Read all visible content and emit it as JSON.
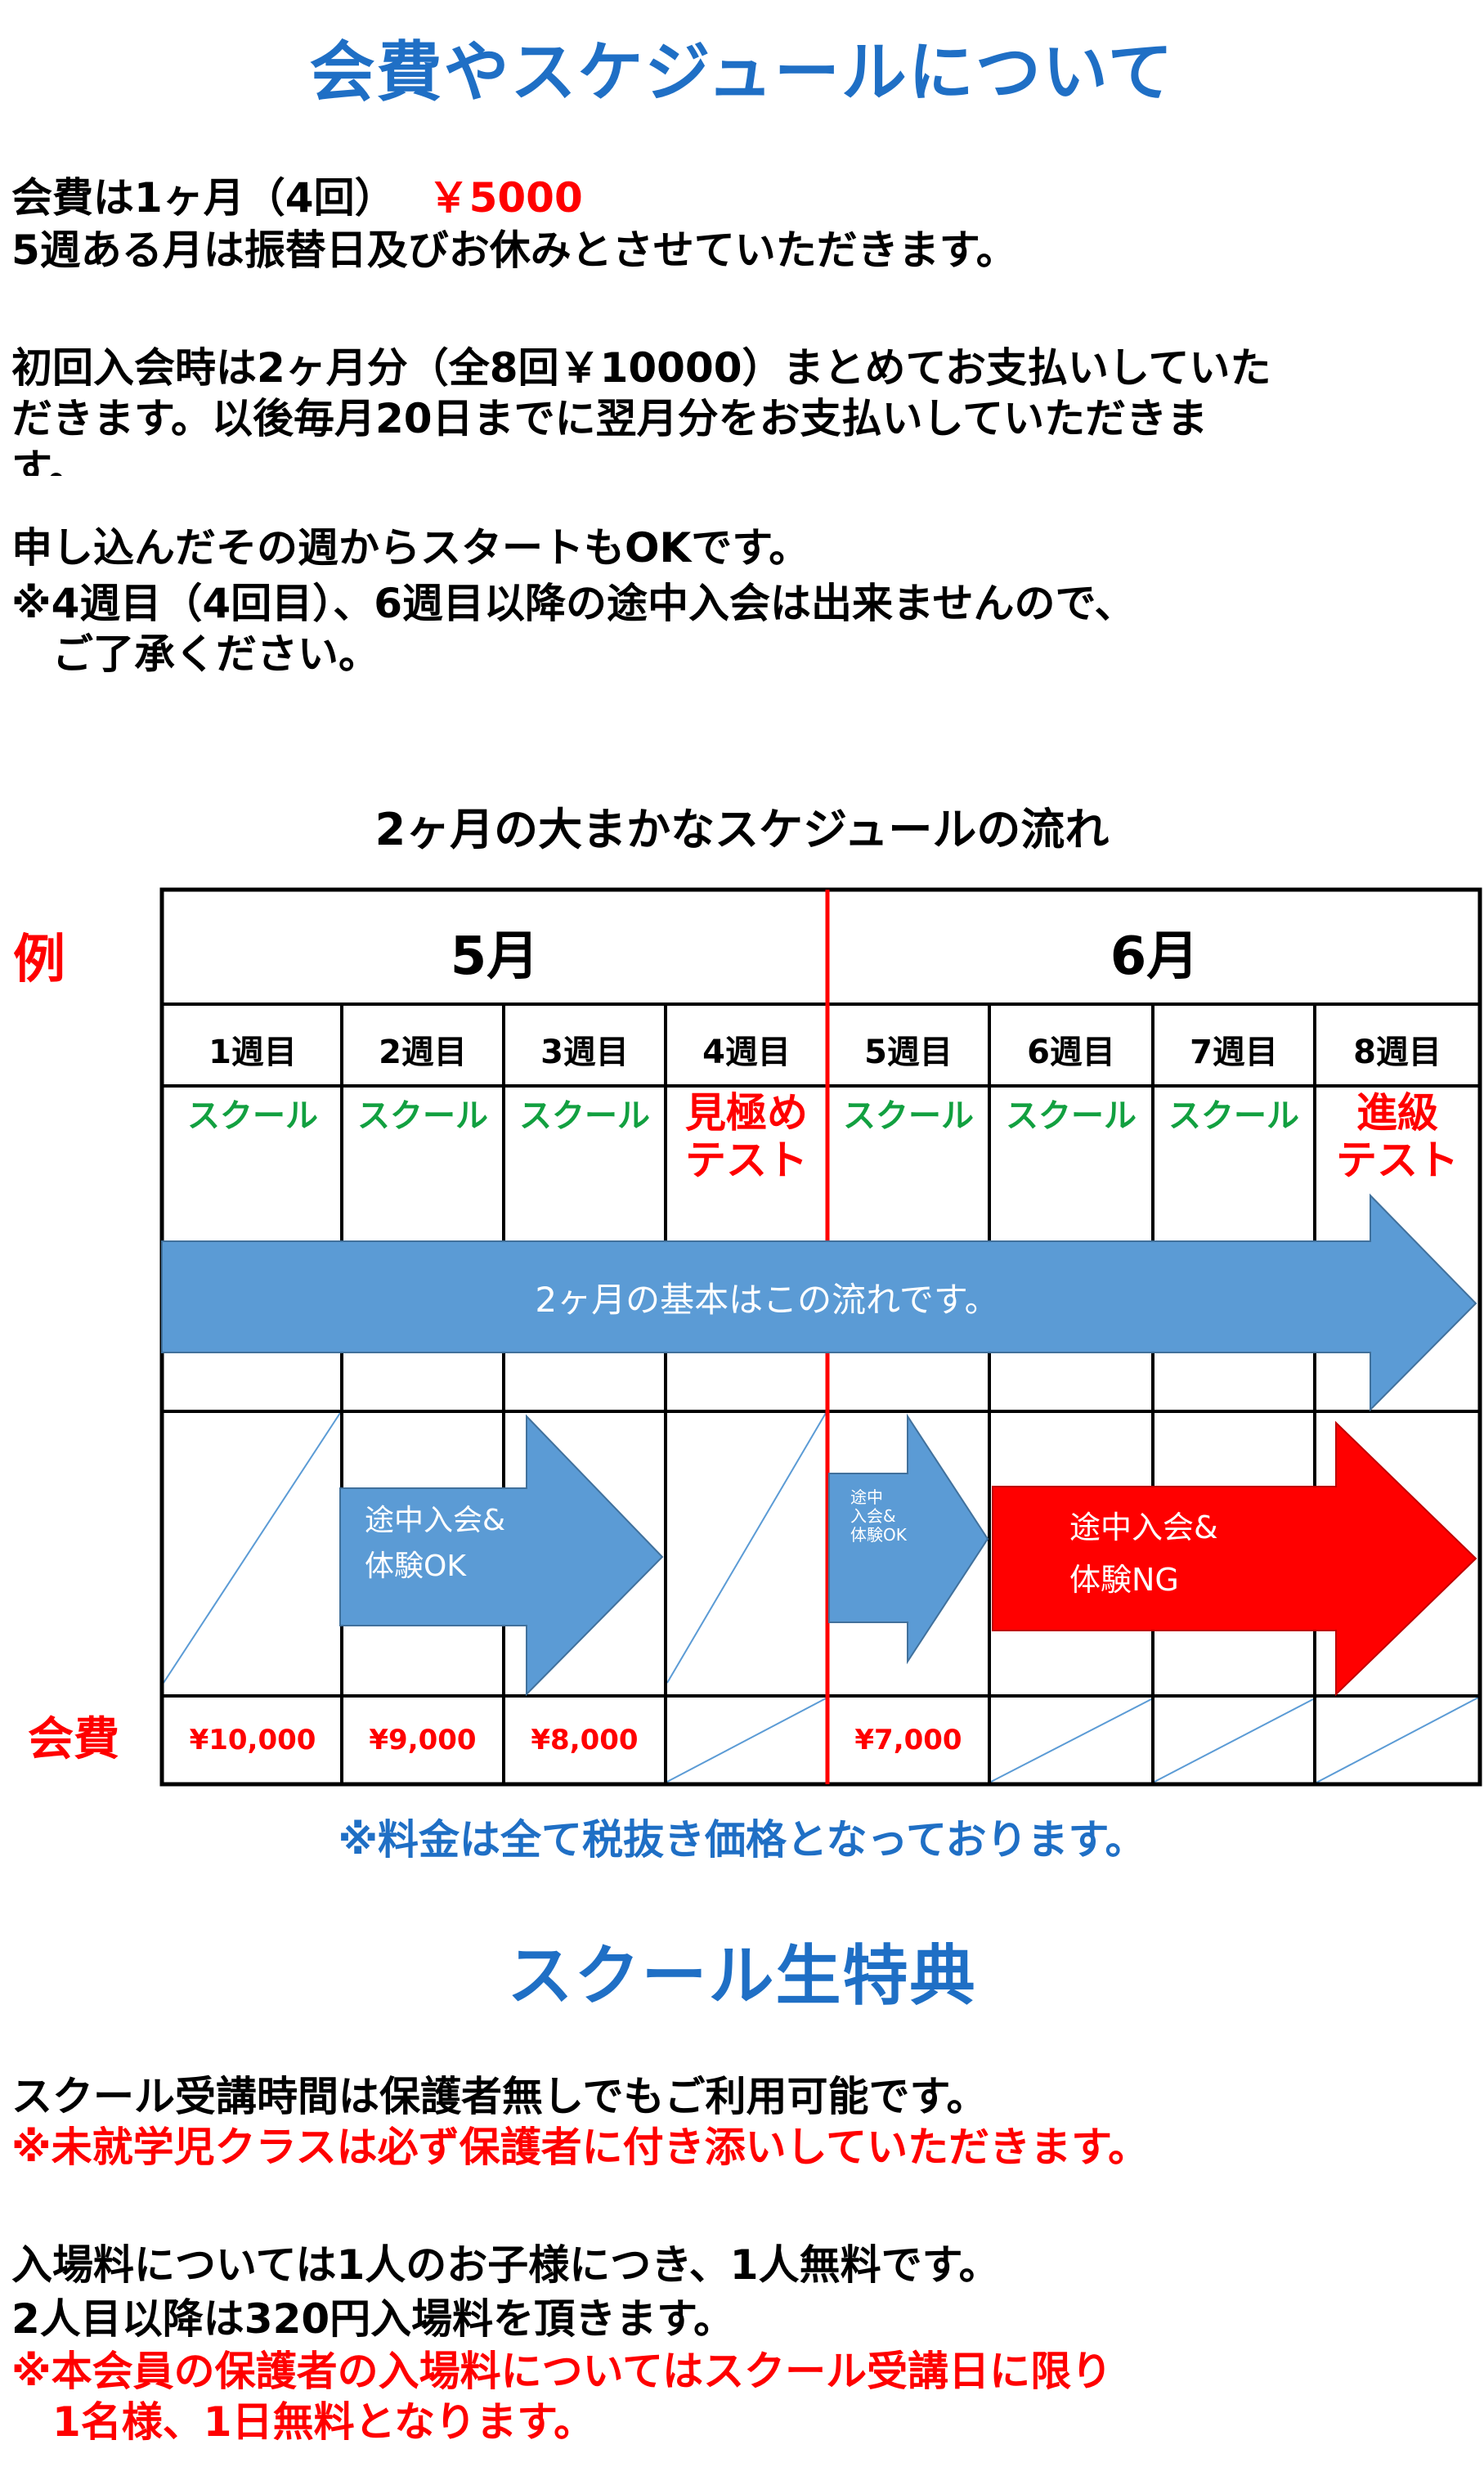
{
  "fees_section": {
    "title": "会費やスケジュールについて",
    "line1_prefix": "会費は1ヶ月（4回）",
    "line1_price": "￥5000",
    "line2": "5週ある月は振替日及びお休みとさせていただきます。",
    "line3": "初回入会時は2ヶ月分（全8回￥10000）まとめてお支払いしていた",
    "line4": "だきます。以後毎月20日までに翌月分をお支払いしていただきま",
    "line5": "す。",
    "line6": "申し込んだその週からスタートもOKです。",
    "line7": "※4週目（4回目）、6週目以降の途中入会は出来ませんので、",
    "line8": "　ご了承ください。"
  },
  "schedule": {
    "title": "2ヶ月の大まかなスケジュールの流れ",
    "example_label": "例",
    "fee_label": "会費",
    "months": [
      "5月",
      "6月"
    ],
    "weeks": [
      "1週目",
      "2週目",
      "3週目",
      "4週目",
      "5週目",
      "6週目",
      "7週目",
      "8週目"
    ],
    "activities": [
      "スクール",
      "スクール",
      "スクール",
      "見極め\nテスト",
      "スクール",
      "スクール",
      "スクール",
      "進級\nテスト"
    ],
    "flow_arrow_label": "2ヶ月の基本はこの流れです。",
    "join_ok_line1": "途中入会&",
    "join_ok_line2": "体験OK",
    "join_ok_small_line1": "途中",
    "join_ok_small_line2": "入会&",
    "join_ok_small_line3": "体験OK",
    "join_ng_line1": "途中入会&",
    "join_ng_line2": "体験NG",
    "fees": [
      "¥10,000",
      "¥9,000",
      "¥8,000",
      "",
      "¥7,000",
      "",
      "",
      ""
    ],
    "tax_note": "※料金は全て税抜き価格となっております。"
  },
  "benefits_section": {
    "title": "スクール生特典",
    "line1": "スクール受講時間は保護者無しでもご利用可能です。",
    "line2": "※未就学児クラスは必ず保護者に付き添いしていただきます。",
    "line3": "入場料については1人のお子様につき、1人無料です。",
    "line4": "2人目以降は320円入場料を頂きます。",
    "line5": "※本会員の保護者の入場料についてはスクール受講日に限り",
    "line6": "　1名様、1日無料となります。"
  },
  "colors": {
    "title_blue": "#1f6fc5",
    "accent_red": "#ff0000",
    "school_green": "#12a040",
    "arrow_blue": "#5b9bd5"
  }
}
